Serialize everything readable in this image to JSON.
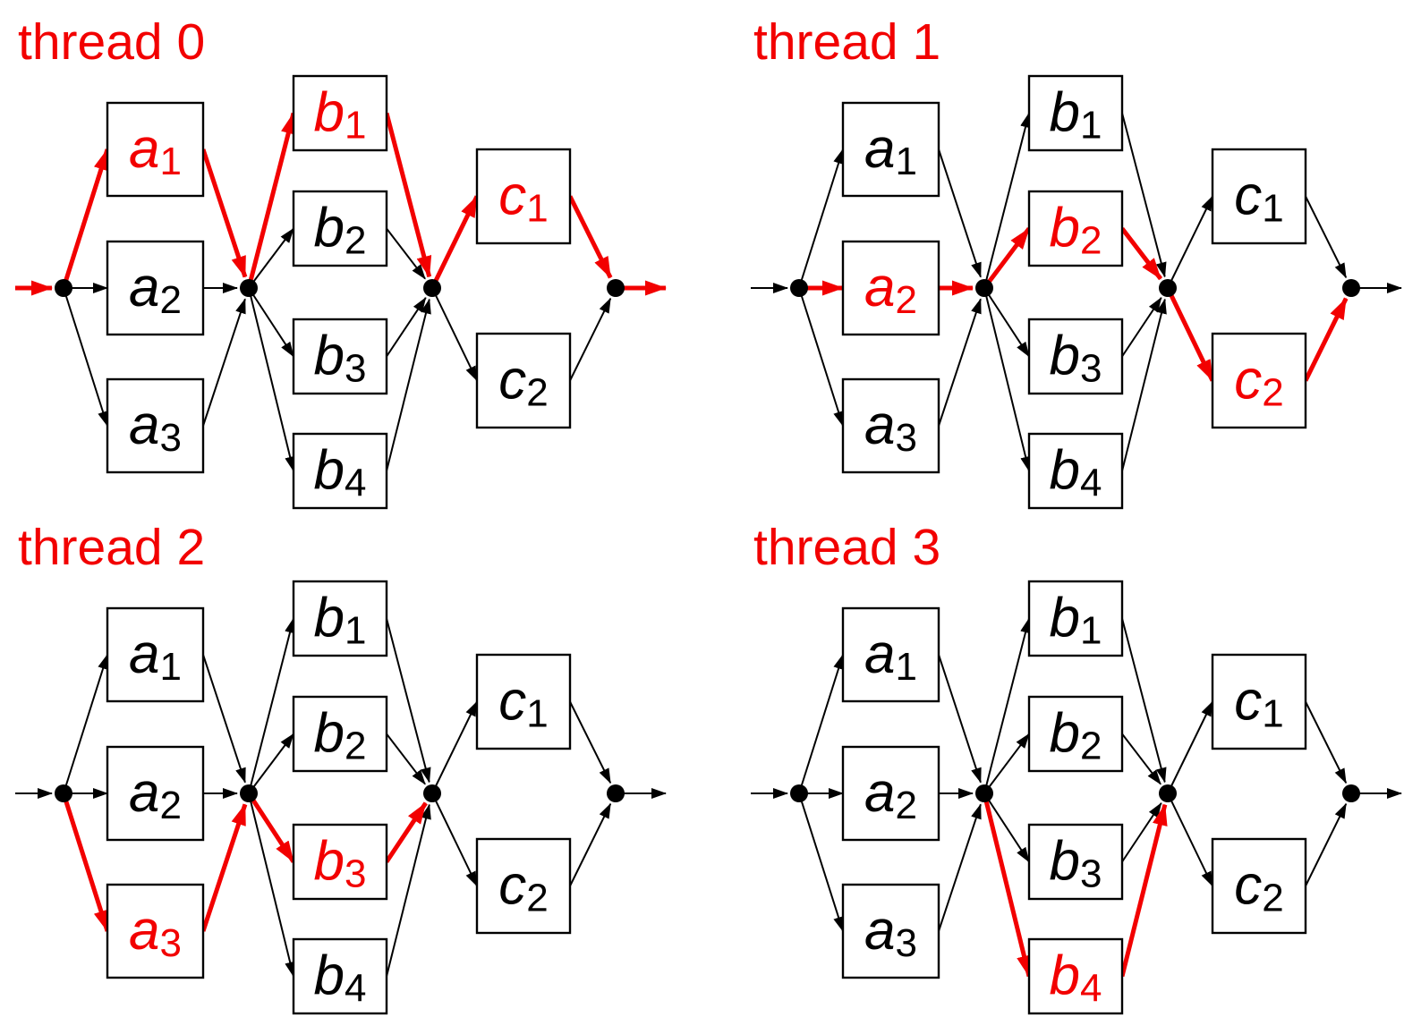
{
  "diagram": {
    "background": "#ffffff",
    "colors": {
      "highlight": "#f20000",
      "line": "#000000",
      "box_fill": "#ffffff"
    },
    "nodes": [
      {
        "id": "a1",
        "letter": "a",
        "sub": "1"
      },
      {
        "id": "a2",
        "letter": "a",
        "sub": "2"
      },
      {
        "id": "a3",
        "letter": "a",
        "sub": "3"
      },
      {
        "id": "b1",
        "letter": "b",
        "sub": "1"
      },
      {
        "id": "b2",
        "letter": "b",
        "sub": "2"
      },
      {
        "id": "b3",
        "letter": "b",
        "sub": "3"
      },
      {
        "id": "b4",
        "letter": "b",
        "sub": "4"
      },
      {
        "id": "c1",
        "letter": "c",
        "sub": "1"
      },
      {
        "id": "c2",
        "letter": "c",
        "sub": "2"
      }
    ],
    "edges": [
      {
        "id": "in",
        "from": "start",
        "to": "J1"
      },
      {
        "id": "J1-a1",
        "from": "J1",
        "to": "a1"
      },
      {
        "id": "J1-a2",
        "from": "J1",
        "to": "a2"
      },
      {
        "id": "J1-a3",
        "from": "J1",
        "to": "a3"
      },
      {
        "id": "a1-J2",
        "from": "a1",
        "to": "J2"
      },
      {
        "id": "a2-J2",
        "from": "a2",
        "to": "J2"
      },
      {
        "id": "a3-J2",
        "from": "a3",
        "to": "J2"
      },
      {
        "id": "J2-b1",
        "from": "J2",
        "to": "b1"
      },
      {
        "id": "J2-b2",
        "from": "J2",
        "to": "b2"
      },
      {
        "id": "J2-b3",
        "from": "J2",
        "to": "b3"
      },
      {
        "id": "J2-b4",
        "from": "J2",
        "to": "b4"
      },
      {
        "id": "b1-J3",
        "from": "b1",
        "to": "J3"
      },
      {
        "id": "b2-J3",
        "from": "b2",
        "to": "J3"
      },
      {
        "id": "b3-J3",
        "from": "b3",
        "to": "J3"
      },
      {
        "id": "b4-J3",
        "from": "b4",
        "to": "J3"
      },
      {
        "id": "J3-c1",
        "from": "J3",
        "to": "c1"
      },
      {
        "id": "J3-c2",
        "from": "J3",
        "to": "c2"
      },
      {
        "id": "c1-J4",
        "from": "c1",
        "to": "J4"
      },
      {
        "id": "c2-J4",
        "from": "c2",
        "to": "J4"
      },
      {
        "id": "out",
        "from": "J4",
        "to": "end"
      }
    ],
    "panels": [
      {
        "title": "thread 0",
        "red_nodes": [
          "a1",
          "b1",
          "c1"
        ],
        "red_edges": [
          "in",
          "J1-a1",
          "a1-J2",
          "J2-b1",
          "b1-J3",
          "J3-c1",
          "c1-J4",
          "out"
        ]
      },
      {
        "title": "thread 1",
        "red_nodes": [
          "a2",
          "b2",
          "c2"
        ],
        "red_edges": [
          "J1-a2",
          "a2-J2",
          "J2-b2",
          "b2-J3",
          "J3-c2",
          "c2-J4"
        ]
      },
      {
        "title": "thread 2",
        "red_nodes": [
          "a3",
          "b3"
        ],
        "red_edges": [
          "J1-a3",
          "a3-J2",
          "J2-b3",
          "b3-J3"
        ]
      },
      {
        "title": "thread 3",
        "red_nodes": [
          "b4"
        ],
        "red_edges": [
          "J2-b4",
          "b4-J3"
        ]
      }
    ]
  }
}
